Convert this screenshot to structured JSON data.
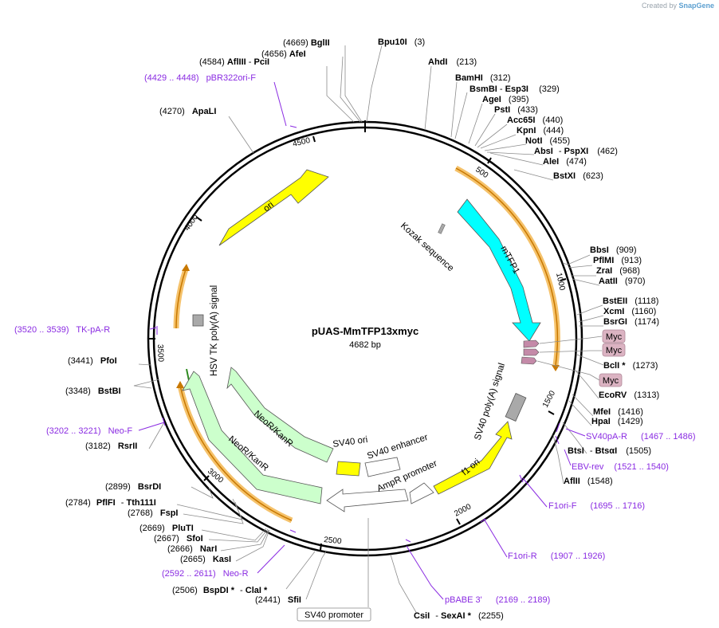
{
  "brand": {
    "created_by": "Created by",
    "app": "SnapGene"
  },
  "plasmid": {
    "name": "pUAS-MmTFP13xmyc",
    "size": "4682 bp"
  },
  "ticks": [
    "500",
    "1000",
    "1500",
    "2000",
    "2500",
    "3000",
    "3500",
    "4000",
    "4500"
  ],
  "colors": {
    "ori": "#ffff00",
    "mtfp": "#00ffff",
    "neor": "#ccffcc",
    "orange_track": "#f0a030",
    "primer": "#9932cc",
    "myc": "#d8a8b8",
    "polya": "#a9a9a9"
  },
  "features": [
    {
      "label": "ori"
    },
    {
      "label": "mTFP1"
    },
    {
      "label": "Kozak sequence"
    },
    {
      "label": "HSV TK poly(A) signal"
    },
    {
      "label": "SV40 poly(A) signal"
    },
    {
      "label": "NeoR/KanR"
    },
    {
      "label": "NeoR/KanR"
    },
    {
      "label": "SV40 ori"
    },
    {
      "label": "SV40 enhancer"
    },
    {
      "label": "AmpR promoter"
    },
    {
      "label": "f1 ori"
    }
  ],
  "sites": [
    {
      "pos": "(4669)",
      "name": "BglII"
    },
    {
      "pos": "(4656)",
      "name": "AfeI"
    },
    {
      "pos": "(4584)",
      "name": "AflIII",
      "sep": "-",
      "name2": "PciI"
    },
    {
      "name": "Bpu10I",
      "pos": "(3)"
    },
    {
      "name": "AhdI",
      "pos": "(213)"
    },
    {
      "name": "BamHI",
      "pos": "(312)"
    },
    {
      "name": "BsmBI",
      "sep": "-",
      "name2": "Esp3I",
      "pos": "(329)"
    },
    {
      "name": "AgeI",
      "pos": "(395)"
    },
    {
      "name": "PstI",
      "pos": "(433)"
    },
    {
      "name": "Acc65I",
      "pos": "(440)"
    },
    {
      "name": "KpnI",
      "pos": "(444)"
    },
    {
      "name": "NotI",
      "pos": "(455)"
    },
    {
      "name": "AbsI",
      "sep": "-",
      "name2": "PspXI",
      "pos": "(462)"
    },
    {
      "name": "AleI",
      "pos": "(474)"
    },
    {
      "name": "BstXI",
      "pos": "(623)"
    },
    {
      "pos": "(4270)",
      "name": "ApaLI"
    },
    {
      "name": "BbsI",
      "pos": "(909)"
    },
    {
      "name": "PflMI",
      "pos": "(913)"
    },
    {
      "name": "ZraI",
      "pos": "(968)"
    },
    {
      "name": "AatII",
      "pos": "(970)"
    },
    {
      "name": "BstEII",
      "pos": "(1118)"
    },
    {
      "name": "XcmI",
      "pos": "(1160)"
    },
    {
      "name": "BsrGI",
      "pos": "(1174)"
    },
    {
      "name": "BclI *",
      "pos": "(1273)"
    },
    {
      "name": "EcoRV",
      "pos": "(1313)"
    },
    {
      "name": "MfeI",
      "pos": "(1416)"
    },
    {
      "name": "HpaI",
      "pos": "(1429)"
    },
    {
      "name": "BtsI",
      "sep": "-",
      "name2": "BtsαI",
      "pos": "(1505)"
    },
    {
      "name": "AflII",
      "pos": "(1548)"
    },
    {
      "pos": "(3441)",
      "name": "PfoI"
    },
    {
      "pos": "(3348)",
      "name": "BstBI"
    },
    {
      "pos": "(3182)",
      "name": "RsrII"
    },
    {
      "pos": "(2899)",
      "name": "BsrDI"
    },
    {
      "pos": "(2784)",
      "name": "PflFI",
      "sep": "-",
      "name2": "Tth111I"
    },
    {
      "pos": "(2768)",
      "name": "FspI"
    },
    {
      "pos": "(2669)",
      "name": "PluTI"
    },
    {
      "pos": "(2667)",
      "name": "SfoI"
    },
    {
      "pos": "(2666)",
      "name": "NarI"
    },
    {
      "pos": "(2665)",
      "name": "KasI"
    },
    {
      "pos": "(2506)",
      "name": "BspDI *",
      "sep": "-",
      "name2": "ClaI *"
    },
    {
      "pos": "(2441)",
      "name": "SfiI"
    },
    {
      "name": "CsiI",
      "sep": "-",
      "name2": "SexAI *",
      "pos": "(2255)"
    }
  ],
  "primers": [
    {
      "range": "(4429 .. 4448)",
      "name": "pBR322ori-F"
    },
    {
      "range": "(3520 .. 3539)",
      "name": "TK-pA-R"
    },
    {
      "range": "(3202 .. 3221)",
      "name": "Neo-F"
    },
    {
      "range": "(2592 .. 2611)",
      "name": "Neo-R"
    },
    {
      "name": "SV40pA-R",
      "range": "(1467 .. 1486)"
    },
    {
      "name": "EBV-rev",
      "range": "(1521 .. 1540)"
    },
    {
      "name": "F1ori-F",
      "range": "(1695 .. 1716)"
    },
    {
      "name": "F1ori-R",
      "range": "(1907 .. 1926)"
    },
    {
      "name": "pBABE 3'",
      "range": "(2169 .. 2189)"
    }
  ],
  "boxes": {
    "myc": [
      "Myc",
      "Myc",
      "Myc"
    ],
    "sv40_promoter": "SV40 promoter"
  }
}
